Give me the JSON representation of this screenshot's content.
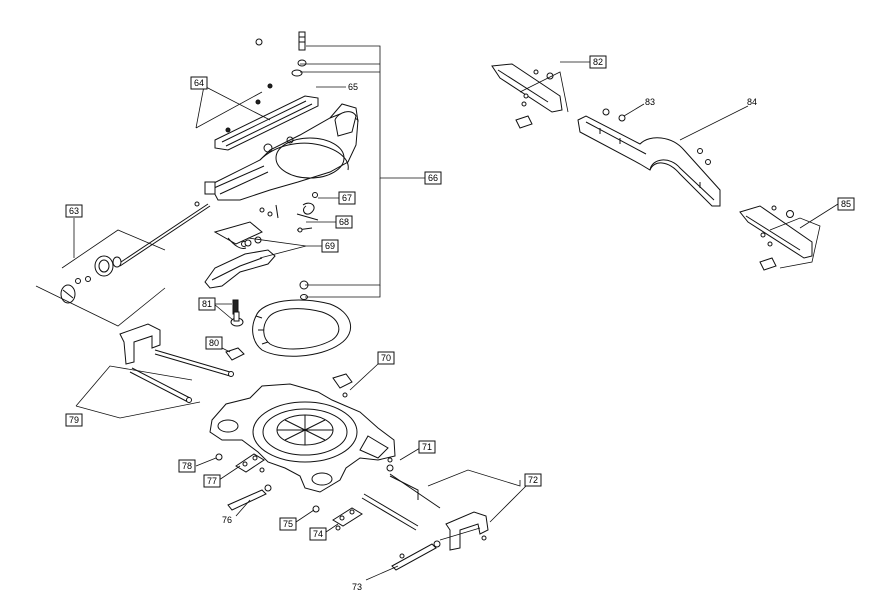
{
  "diagram": {
    "callouts_boxed": [
      {
        "id": "c63",
        "label": "63"
      },
      {
        "id": "c64",
        "label": "64"
      },
      {
        "id": "c66",
        "label": "66"
      },
      {
        "id": "c67",
        "label": "67"
      },
      {
        "id": "c68",
        "label": "68"
      },
      {
        "id": "c69",
        "label": "69"
      },
      {
        "id": "c70",
        "label": "70"
      },
      {
        "id": "c71",
        "label": "71"
      },
      {
        "id": "c72",
        "label": "72"
      },
      {
        "id": "c74",
        "label": "74"
      },
      {
        "id": "c75",
        "label": "75"
      },
      {
        "id": "c77",
        "label": "77"
      },
      {
        "id": "c78",
        "label": "78"
      },
      {
        "id": "c79",
        "label": "79"
      },
      {
        "id": "c80",
        "label": "80"
      },
      {
        "id": "c81",
        "label": "81"
      },
      {
        "id": "c82",
        "label": "82"
      },
      {
        "id": "c85",
        "label": "85"
      }
    ],
    "callouts_plain": [
      {
        "id": "p65",
        "label": "65"
      },
      {
        "id": "p73",
        "label": "73"
      },
      {
        "id": "p76",
        "label": "76"
      },
      {
        "id": "p83",
        "label": "83"
      },
      {
        "id": "p84",
        "label": "84"
      }
    ]
  }
}
